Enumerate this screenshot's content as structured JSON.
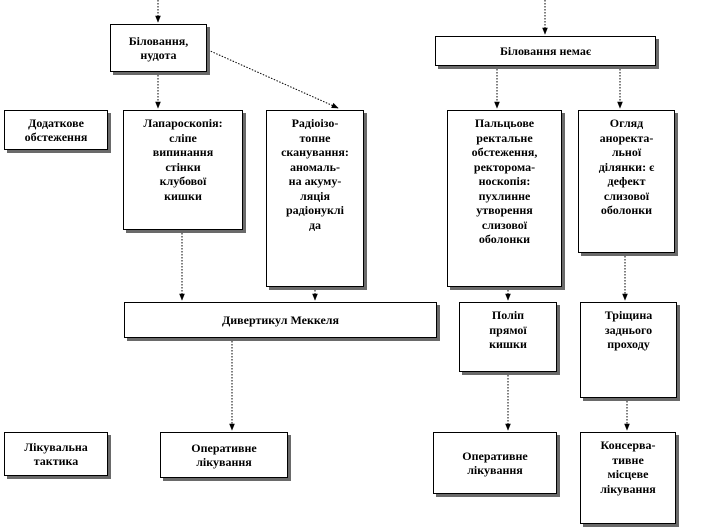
{
  "labels": {
    "additional_exam": "Додаткове\nобстеження",
    "treatment_tactics": "Лікувальна\nтактика"
  },
  "nodes": {
    "pain_nausea": "Біловання,\nнудота",
    "no_pain": "Біловання немає",
    "laparoscopy": "Лапароскопія:\nсліпе\nвипинання\nстінки\nклубової\nкишки",
    "radioisotope": "Радіоізо-\nтопне\nсканування:\nаномаль-\nна акуму-\nляція\nрадіонуклі\nда",
    "rectal_exam": "Пальцьове\nректальне\nобстеження,\nректорома-\nноскопія:\nпухлинне\nутворення\nслизової\nоболонки",
    "anorectal": "Огляд\nаноректа-\nльної\nділянки: є\nдефект\nслизової\nоболонки",
    "meckel": "Дивертикул Меккеля",
    "polyp": "Поліп\nпрямої\nкишки",
    "fissure": "Тріщина\nзаднього\nпроходу",
    "surgery_left": "Оперативне\nлікування",
    "surgery_right": "Оперативне\nлікування",
    "conservative": "Консерва-\nтивне\nмісцеве\nлікування"
  },
  "colors": {
    "border": "#000000",
    "shadow": "#6a6a6a",
    "connector": "#000000"
  }
}
